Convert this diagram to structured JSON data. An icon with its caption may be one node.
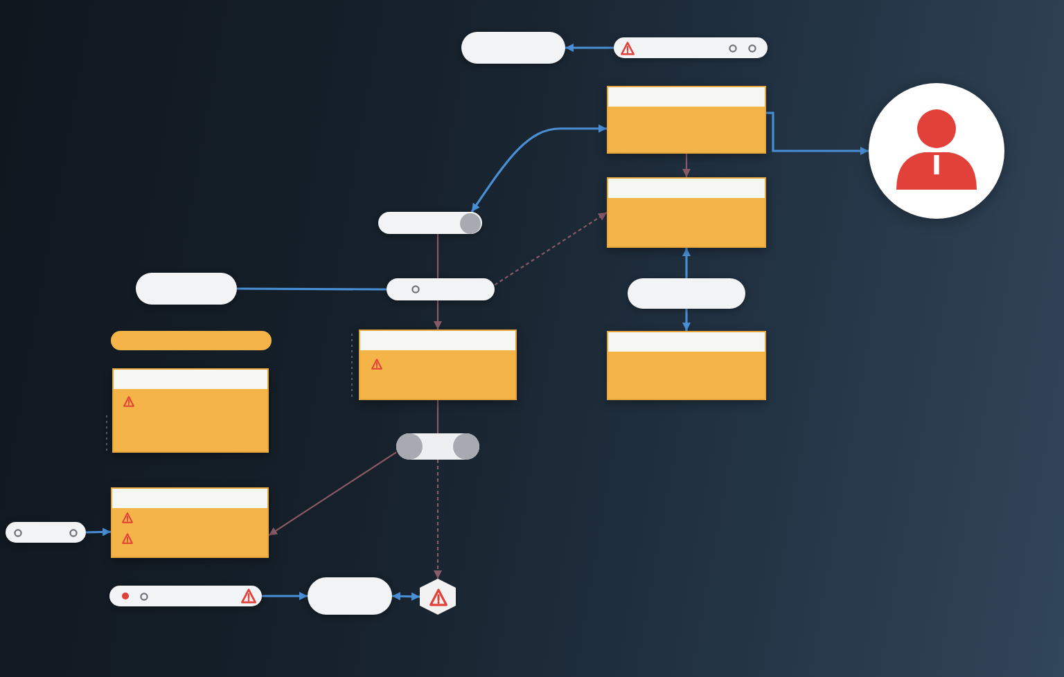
{
  "diagram": {
    "nodes": [
      {
        "text": [],
        "shape": "pill"
      },
      {
        "text": [],
        "shape": "pill"
      },
      {
        "text": [],
        "shape": "box"
      },
      {
        "text": [],
        "shape": "person"
      },
      {
        "text": [],
        "shape": "pill"
      },
      {
        "text": [],
        "shape": "box"
      },
      {
        "text": [],
        "shape": "pill"
      },
      {
        "text": [],
        "shape": "pill"
      },
      {
        "text": [],
        "shape": "pill"
      },
      {
        "text": [],
        "shape": "bar"
      },
      {
        "text": [],
        "shape": "box"
      },
      {
        "text": [],
        "shape": "box"
      },
      {
        "text": [],
        "shape": "box"
      },
      {
        "text": [],
        "shape": "cylinder"
      },
      {
        "text": [],
        "shape": "box"
      },
      {
        "text": [],
        "shape": "pill"
      },
      {
        "text": [],
        "shape": "pill"
      },
      {
        "text": [],
        "shape": "pill"
      },
      {
        "text": [],
        "shape": "hexagon"
      }
    ],
    "edges": [
      {
        "from": 1,
        "to": 0,
        "arrow": "to"
      },
      {
        "from": 4,
        "to": 2,
        "arrow": "both"
      },
      {
        "from": 2,
        "to": 3,
        "arrow": "to"
      },
      {
        "from": 2,
        "to": 5,
        "arrow": "to",
        "color": "#8a5a68"
      },
      {
        "from": 8,
        "to": 5,
        "arrow": "to"
      },
      {
        "from": 8,
        "to": 11,
        "arrow": "to"
      },
      {
        "from": 7,
        "to": 5,
        "arrow": "to",
        "style": "dashed",
        "color": "#8a5a68"
      },
      {
        "from": 6,
        "to": 7,
        "arrow": "none"
      },
      {
        "from": 4,
        "to": 7,
        "arrow": "none",
        "color": "#8a5a68"
      },
      {
        "from": 7,
        "to": 10,
        "arrow": "to",
        "color": "#8a5a68"
      },
      {
        "from": 10,
        "to": 13,
        "arrow": "none",
        "color": "#8a5a68"
      },
      {
        "from": 13,
        "to": 14,
        "arrow": "to",
        "color": "#8a5a68"
      },
      {
        "from": 13,
        "to": 18,
        "arrow": "to",
        "style": "dashed",
        "color": "#8a5a68"
      },
      {
        "from": 15,
        "to": 14,
        "arrow": "to"
      },
      {
        "from": 16,
        "to": 17,
        "arrow": "to"
      },
      {
        "from": 17,
        "to": 18,
        "arrow": "both"
      }
    ]
  }
}
